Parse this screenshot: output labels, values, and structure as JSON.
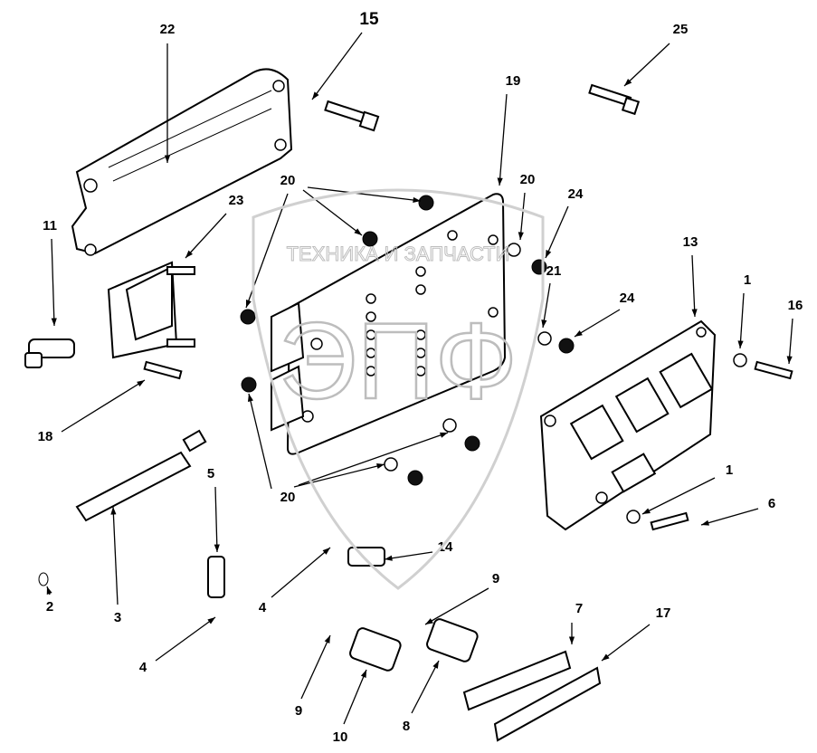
{
  "watermark": {
    "text": "ТЕХНИКА И ЗАПЧАСТИ",
    "logo": "ЭПФ",
    "color": "#c8c8c8"
  },
  "callouts": [
    {
      "id": "22",
      "part": "bracket"
    },
    {
      "id": "15",
      "part": "bolt"
    },
    {
      "id": "25",
      "part": "bolt"
    },
    {
      "id": "19",
      "part": "mounting-plate"
    },
    {
      "id": "20",
      "part": "isolator"
    },
    {
      "id": "20",
      "part": "isolator"
    },
    {
      "id": "24",
      "part": "nut"
    },
    {
      "id": "23",
      "part": "sensor-bracket"
    },
    {
      "id": "11",
      "part": "sensor"
    },
    {
      "id": "13",
      "part": "ecm"
    },
    {
      "id": "1",
      "part": "washer"
    },
    {
      "id": "16",
      "part": "bolt"
    },
    {
      "id": "21",
      "part": "washer"
    },
    {
      "id": "24",
      "part": "nut"
    },
    {
      "id": "18",
      "part": "bolt"
    },
    {
      "id": "5",
      "part": "sensor"
    },
    {
      "id": "1",
      "part": "washer"
    },
    {
      "id": "6",
      "part": "screw"
    },
    {
      "id": "20",
      "part": "isolator"
    },
    {
      "id": "14",
      "part": "sensor"
    },
    {
      "id": "2",
      "part": "o-ring"
    },
    {
      "id": "3",
      "part": "sensor"
    },
    {
      "id": "4",
      "part": "o-ring"
    },
    {
      "id": "9",
      "part": "o-ring"
    },
    {
      "id": "7",
      "part": "label"
    },
    {
      "id": "17",
      "part": "label"
    },
    {
      "id": "4",
      "part": "o-ring"
    },
    {
      "id": "9",
      "part": "o-ring"
    },
    {
      "id": "10",
      "part": "sensor"
    },
    {
      "id": "8",
      "part": "sensor"
    }
  ]
}
